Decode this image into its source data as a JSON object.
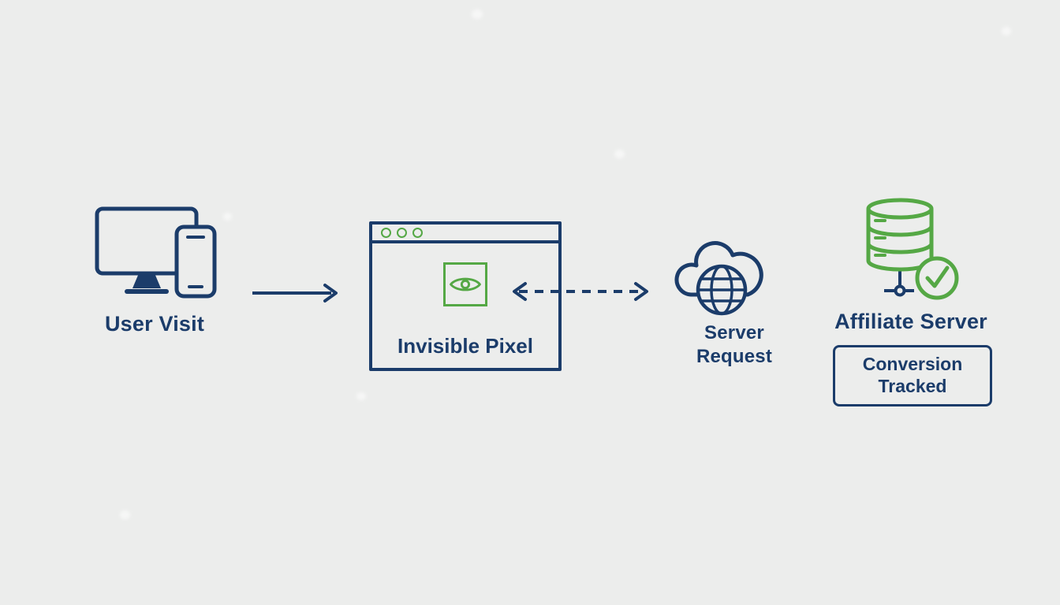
{
  "diagram": {
    "background_color": "#ecedec",
    "colors": {
      "navy": "#1b3c6a",
      "green": "#55a845"
    },
    "nodes": {
      "user_visit": {
        "label": "User Visit",
        "icon": "desktop-and-phone-icon"
      },
      "invisible_pixel": {
        "label": "Invisible Pixel",
        "icon": "eye-pixel-icon"
      },
      "server_request": {
        "label_line1": "Server",
        "label_line2": "Request",
        "icon": "cloud-globe-icon"
      },
      "affiliate_server": {
        "label": "Affiliate Server",
        "icon": "database-check-icon"
      },
      "conversion_badge": {
        "label_line1": "Conversion",
        "label_line2": "Tracked"
      }
    },
    "connectors": [
      {
        "from": "user_visit",
        "to": "invisible_pixel",
        "style": "solid-arrow-right"
      },
      {
        "from": "invisible_pixel",
        "to": "server_request",
        "style": "dashed-double-arrow"
      }
    ]
  }
}
